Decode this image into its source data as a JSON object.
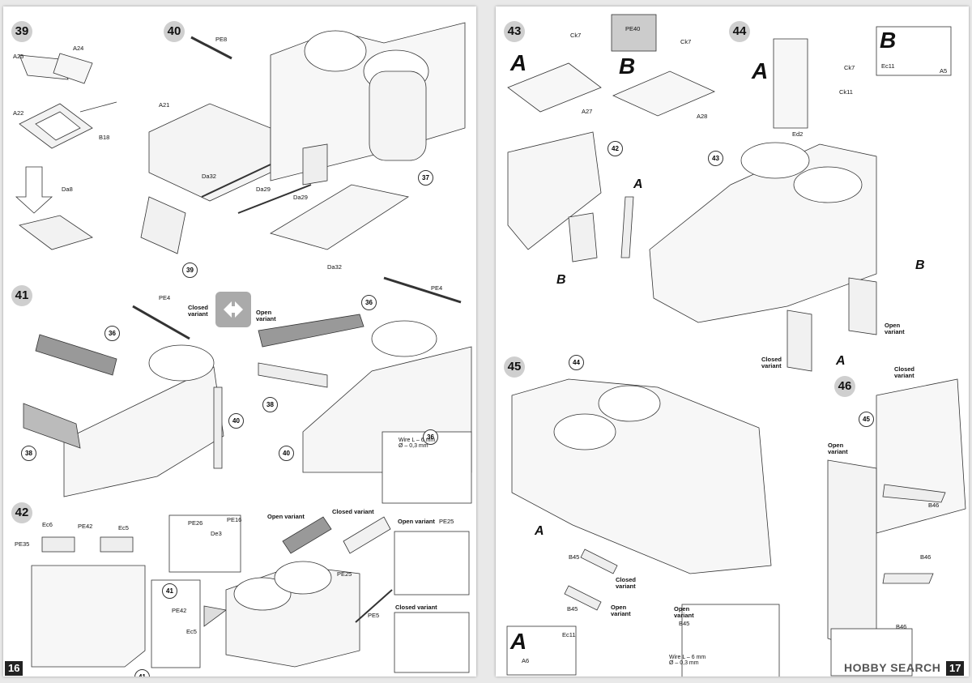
{
  "left_page": {
    "page_number": "16",
    "step39": {
      "number": "39",
      "parts": [
        "A24",
        "A25",
        "A22",
        "B18",
        "Da8"
      ]
    },
    "step40": {
      "number": "40",
      "parts": [
        "PE8",
        "A21",
        "Da32",
        "Da29",
        "Da29",
        "Da32"
      ],
      "refs": [
        "37",
        "39"
      ]
    },
    "step41": {
      "number": "41",
      "parts": [
        "PE4",
        "PE4"
      ],
      "refs": [
        "36",
        "38",
        "40",
        "36",
        "38",
        "40",
        "36"
      ],
      "closed_label": "Closed\nvariant",
      "open_label": "Open\nvariant",
      "wire_note": "Wire L – 6 mm\nØ – 0,3 mm"
    },
    "step42": {
      "number": "42",
      "parts": [
        "Ec6",
        "PE42",
        "Ec5",
        "PE35",
        "PE26",
        "PE16",
        "De3",
        "PE25",
        "PE25",
        "PE5",
        "PE42",
        "Ec5"
      ],
      "refs": [
        "41",
        "41"
      ],
      "open_variant": "Open variant",
      "closed_variant": "Closed variant"
    }
  },
  "right_page": {
    "page_number": "17",
    "step43": {
      "number": "43",
      "letters": [
        "A",
        "B",
        "A",
        "B",
        "B"
      ],
      "parts": [
        "Ck7",
        "A27",
        "PE40",
        "Ck7",
        "A28"
      ],
      "refs": [
        "42"
      ]
    },
    "step44": {
      "number": "44",
      "letters": [
        "A",
        "B",
        "B",
        "A"
      ],
      "parts": [
        "Ck7",
        "Ck11",
        "Ed2",
        "Ec11",
        "A5"
      ],
      "refs": [
        "43"
      ],
      "open_label": "Open\nvariant",
      "closed_label": "Closed\nvariant"
    },
    "step45": {
      "number": "45",
      "letters": [
        "A",
        "A"
      ],
      "parts": [
        "B45",
        "B45",
        "A6",
        "Ec11",
        "B45"
      ],
      "refs": [
        "44"
      ],
      "closed_label": "Closed\nvariant",
      "open_label": "Open\nvariant",
      "open_label2": "Open\nvariant",
      "wire_note": "Wire L – 6 mm\nØ – 0,3 mm"
    },
    "step46": {
      "number": "46",
      "parts": [
        "B46",
        "B46",
        "B46"
      ],
      "refs": [
        "45"
      ],
      "closed_label": "Closed\nvariant",
      "open_label": "Open\nvariant"
    },
    "watermark": "HOBBY SEARCH"
  }
}
